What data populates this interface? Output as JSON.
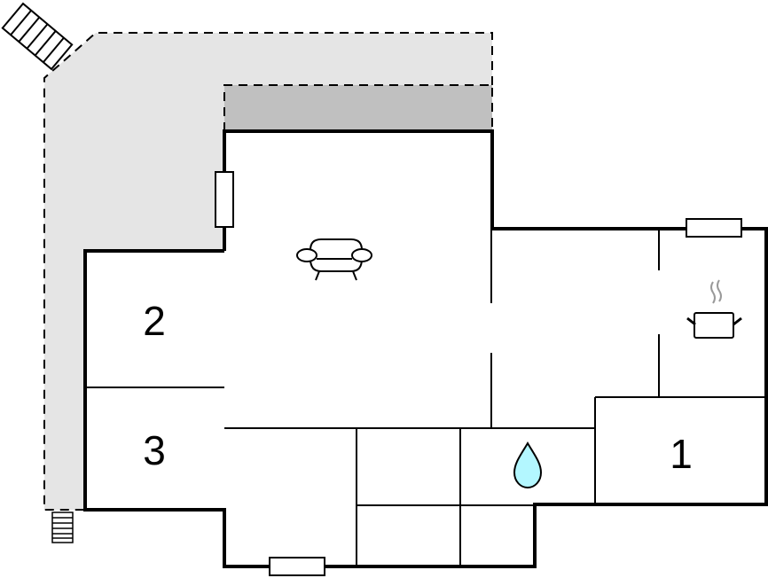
{
  "floorplan": {
    "type": "floor-plan",
    "colors": {
      "background": "#ffffff",
      "terrace": "#e5e5e5",
      "covered_terrace": "#c0c0c0",
      "wall": "#000000",
      "water_drop": "#b3f7ff",
      "steam": "#999999"
    },
    "rooms": [
      {
        "id": "bedroom-1",
        "label": "1"
      },
      {
        "id": "bedroom-2",
        "label": "2"
      },
      {
        "id": "bedroom-3",
        "label": "3"
      }
    ],
    "icons": [
      {
        "name": "sofa-icon",
        "room": "living-room"
      },
      {
        "name": "cooking-pot-icon",
        "room": "kitchen"
      },
      {
        "name": "water-drop-icon",
        "room": "bathroom"
      },
      {
        "name": "stairs-icon",
        "position": "top-left"
      },
      {
        "name": "stairs-icon",
        "position": "bottom-left"
      }
    ],
    "areas": [
      {
        "name": "terrace",
        "style": "dashed-outline light-grey"
      },
      {
        "name": "covered-terrace",
        "style": "dashed-outline dark-grey"
      }
    ]
  }
}
